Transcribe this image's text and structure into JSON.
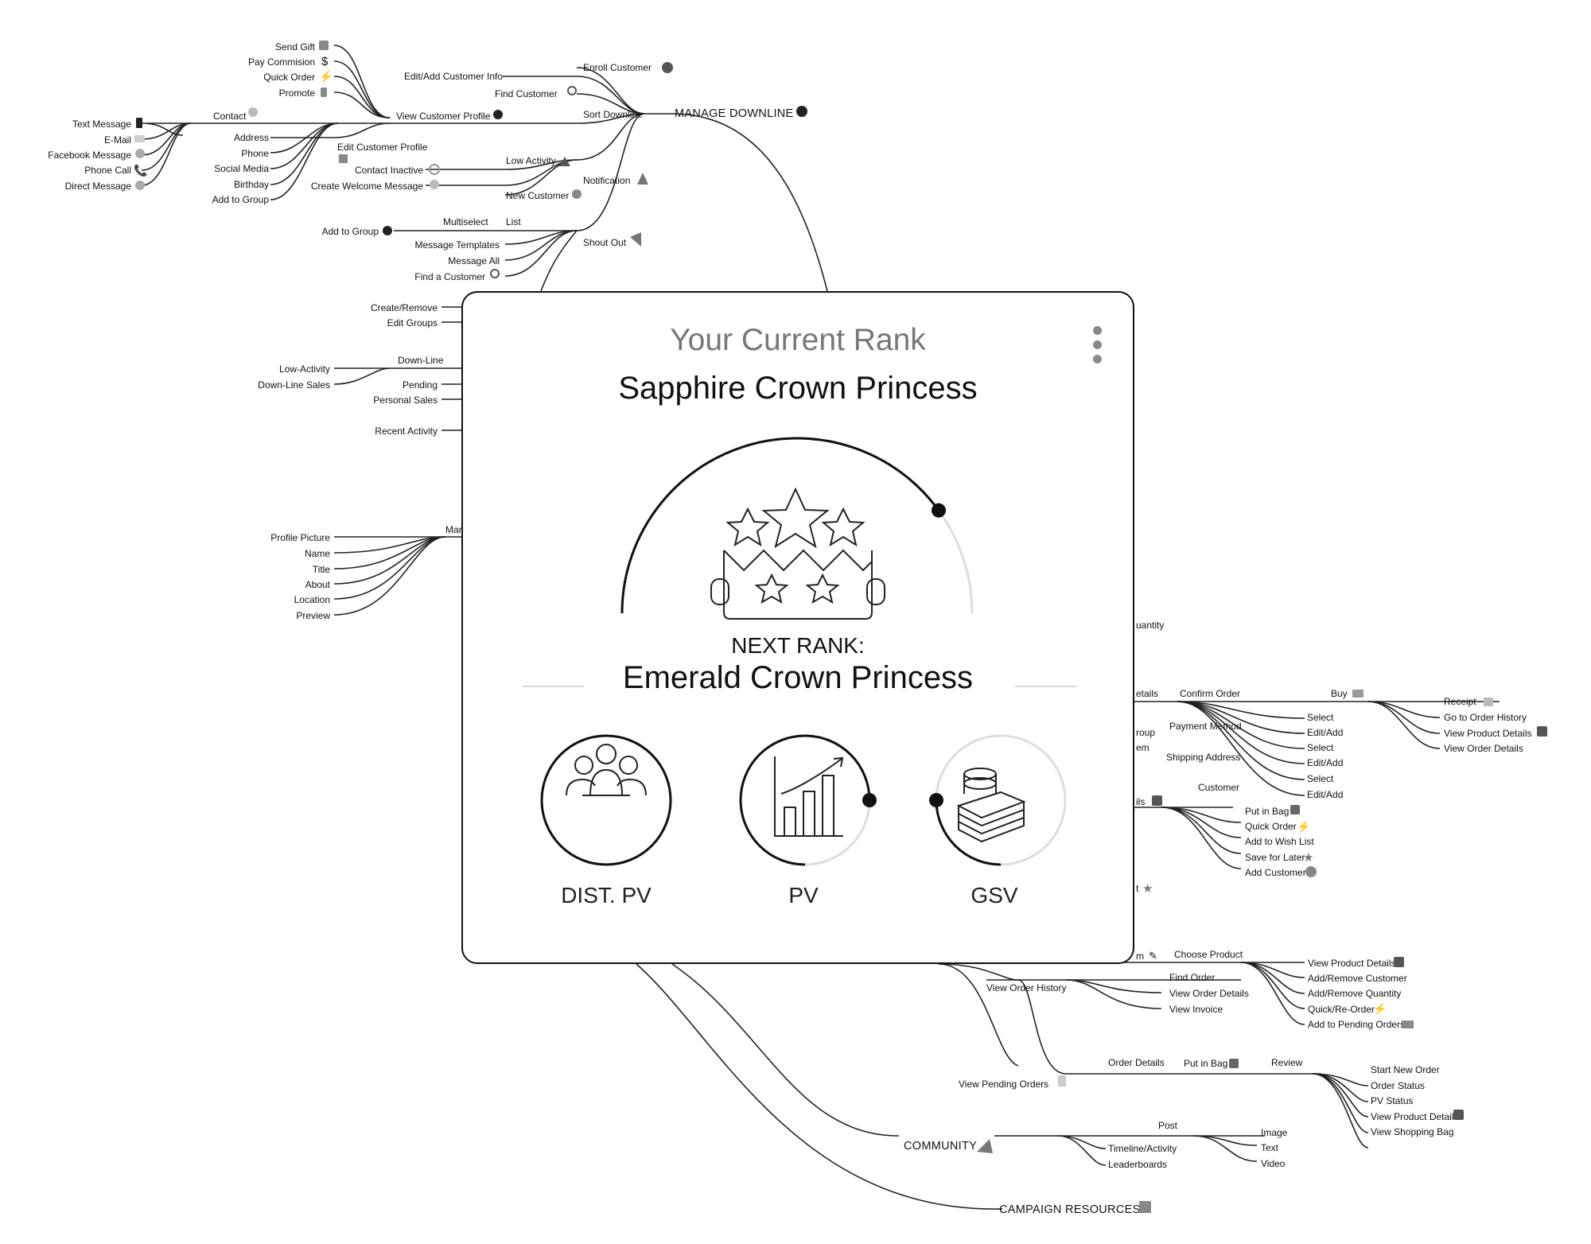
{
  "mindmap": {
    "manage_downline": "MANAGE DOWNLINE",
    "enroll_customer": "Enroll Customer",
    "edit_add_customer_info": "Edit/Add Customer Info",
    "find_customer": "Find Customer",
    "sort_downline": "Sort Downline",
    "view_customer_profile": "View Customer Profile",
    "send_gift": "Send Gift",
    "pay_commision": "Pay Commision",
    "quick_order": "Quick Order",
    "promote": "Promote",
    "contact": "Contact",
    "text_message": "Text Message",
    "email": "E-Mail",
    "facebook_message": "Facebook Message",
    "phone_call": "Phone Call",
    "direct_message": "Direct Message",
    "address": "Address",
    "phone": "Phone",
    "social_media": "Social Media",
    "birthday": "Birthday",
    "add_to_group": "Add to Group",
    "edit_customer_profile": "Edit Customer Profile",
    "contact_inactive": "Contact Inactive",
    "create_welcome_message": "Create Welcome Message",
    "low_activity": "Low Activity",
    "new_customer": "New Customer",
    "notification": "Notification",
    "add_to_group_2": "Add to Group",
    "multiselect": "Multiselect",
    "list": "List",
    "message_templates": "Message Templates",
    "message_all": "Message All",
    "find_a_customer": "Find a Customer",
    "shout_out": "Shout Out",
    "create_remove": "Create/Remove",
    "edit_groups": "Edit Groups",
    "down_line": "Down-Line",
    "low_activity_2": "Low-Activity",
    "down_line_sales": "Down-Line Sales",
    "pending": "Pending",
    "personal_sales": "Personal Sales",
    "recent_activity": "Recent Activity",
    "profile_picture": "Profile Picture",
    "name": "Name",
    "title": "Title",
    "about": "About",
    "location": "Location",
    "preview": "Preview",
    "mar": "Mar",
    "quantity_partial": "uantity",
    "details_partial": "etails",
    "confirm_order": "Confirm Order",
    "buy": "Buy",
    "receipt": "Receipt",
    "go_to_order_history": "Go to Order History",
    "view_product_details_1": "View Product Details",
    "view_order_details": "View Order Details",
    "payment_method": "Payment Method",
    "select_1": "Select",
    "edit_add_1": "Edit/Add",
    "shipping_address": "Shipping Address",
    "select_2": "Select",
    "edit_add_2": "Edit/Add",
    "customer": "Customer",
    "select_3": "Select",
    "edit_add_3": "Edit/Add",
    "group_partial": "roup",
    "em_partial": "em",
    "ils_partial": "ils",
    "put_in_bag": "Put in Bag",
    "quick_order_2": "Quick Order",
    "add_to_wish_list": "Add to Wish List",
    "save_for_later": "Save for Later",
    "add_customer": "Add Customer",
    "t_partial": "t",
    "m_partial": "m",
    "choose_product": "Choose Product",
    "view_product_details_2": "View Product Details",
    "add_remove_customer": "Add/Remove Customer",
    "add_remove_quantity": "Add/Remove Quantity",
    "quick_reorder": "Quick/Re-Order",
    "add_to_pending_orders": "Add to Pending Orders",
    "view_order_history": "View Order History",
    "find_order": "Find Order",
    "view_order_details_2": "View Order Details",
    "view_invoice": "View Invoice",
    "view_pending_orders": "View Pending Orders",
    "order_details": "Order Details",
    "put_in_bag_2": "Put in Bag",
    "review": "Review",
    "start_new_order": "Start New Order",
    "order_status": "Order Status",
    "pv_status": "PV Status",
    "view_product_details_3": "View Product Details",
    "view_shopping_bag": "View Shopping Bag",
    "community": "COMMUNITY",
    "post": "Post",
    "timeline_activity": "Timeline/Activity",
    "leaderboards": "Leaderboards",
    "image": "Image",
    "text": "Text",
    "video": "Video",
    "campaign_resources": "CAMPAIGN RESOURCES"
  },
  "card": {
    "title": "Your Current Rank",
    "current_rank": "Sapphire Crown Princess",
    "next_rank_label": "NEXT RANK:",
    "next_rank": "Emerald Crown Princess",
    "rank_progress": 0.8,
    "metrics": [
      {
        "label": "DIST. PV",
        "progress": 1.0,
        "icon": "team-icon"
      },
      {
        "label": "PV",
        "progress": 0.5,
        "icon": "bar-chart-growth-icon"
      },
      {
        "label": "GSV",
        "progress": 0.0,
        "icon": "money-stack-icon"
      }
    ]
  }
}
